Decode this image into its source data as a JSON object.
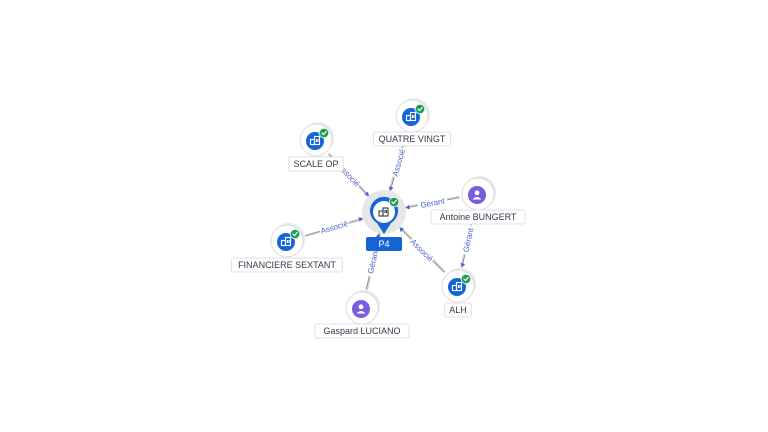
{
  "graph": {
    "center": {
      "id": "p4",
      "label": "P4",
      "type": "company",
      "verified": true
    },
    "nodes": [
      {
        "id": "scale-op",
        "label": "SCALE OP",
        "type": "company",
        "verified": true
      },
      {
        "id": "quatre-vingt",
        "label": "QUATRE VINGT",
        "type": "company",
        "verified": true
      },
      {
        "id": "antoine-bungert",
        "label": "Antoine BUNGERT",
        "type": "person",
        "verified": false
      },
      {
        "id": "financiere-sextant",
        "label": "FINANCIERE SEXTANT",
        "type": "company",
        "verified": true
      },
      {
        "id": "alh",
        "label": "ALH",
        "type": "company",
        "verified": true
      },
      {
        "id": "gaspard-luciano",
        "label": "Gaspard LUCIANO",
        "type": "person",
        "verified": false
      }
    ],
    "edges": [
      {
        "from": "scale-op",
        "to": "p4",
        "label": "Associé"
      },
      {
        "from": "quatre-vingt",
        "to": "p4",
        "label": "Associé"
      },
      {
        "from": "antoine-bungert",
        "to": "p4",
        "label": "Gérant"
      },
      {
        "from": "financiere-sextant",
        "to": "p4",
        "label": "Associé"
      },
      {
        "from": "alh",
        "to": "p4",
        "label": "Associé"
      },
      {
        "from": "gaspard-luciano",
        "to": "p4",
        "label": "Gérant"
      },
      {
        "from": "antoine-bungert",
        "to": "alh",
        "label": "Gérant"
      }
    ]
  },
  "colors": {
    "company": "#1565d8",
    "person": "#7b5ce0",
    "verified": "#1f9d55",
    "edge_label": "#4a62c9"
  }
}
